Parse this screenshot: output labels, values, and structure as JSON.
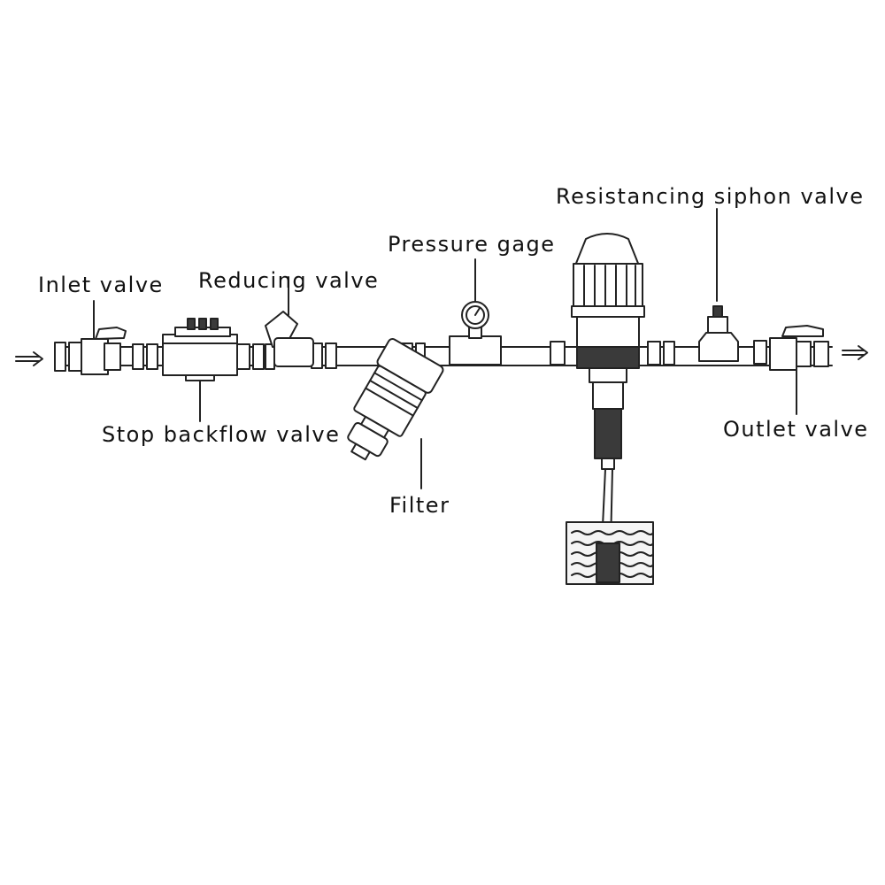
{
  "labels": {
    "inlet_valve": "Inlet valve",
    "reducing_valve": "Reducing valve",
    "pressure_gage": "Pressure gage",
    "resistancing_siphon_valve": "Resistancing siphon valve",
    "stop_backflow_valve": "Stop backflow valve",
    "filter": "Filter",
    "outlet_valve": "Outlet valve"
  },
  "colors": {
    "line": "#222222",
    "pipe_fill": "#ffffff",
    "dark_fill": "#3a3a3a",
    "water_fill": "#f4f4f4"
  }
}
